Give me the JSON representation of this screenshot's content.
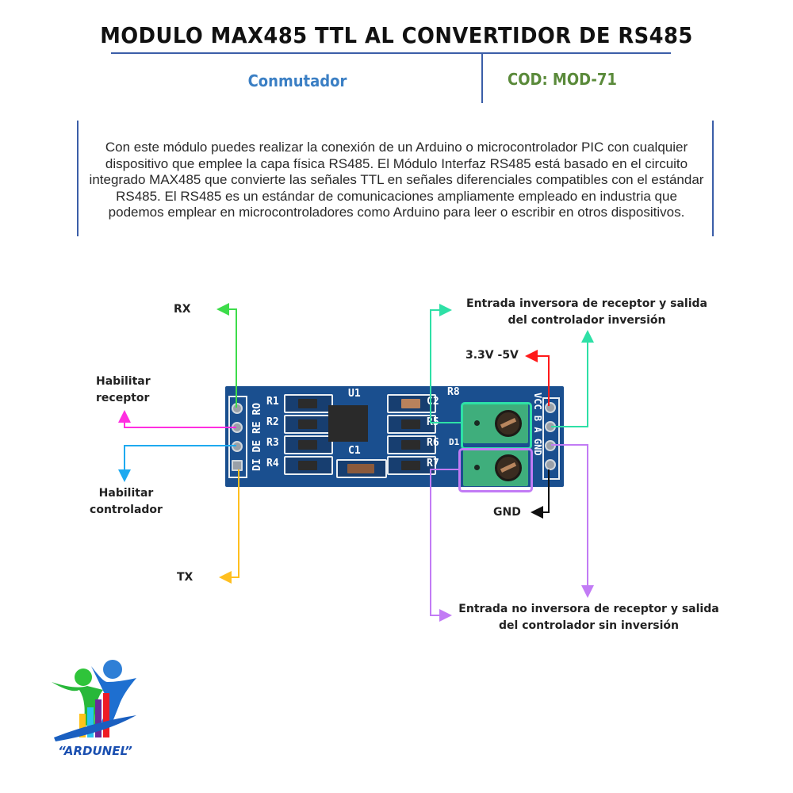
{
  "header": {
    "title": "MODULO MAX485 TTL AL CONVERTIDOR DE RS485",
    "category": "Conmutador",
    "code": "COD: MOD-71"
  },
  "description": "Con este módulo puedes realizar la conexión de un Arduino o microcontrolador PIC con cualquier dispositivo que emplee la capa física RS485. El Módulo Interfaz RS485 está basado en el circuito integrado MAX485 que convierte las señales TTL en señales diferenciales compatibles con el estándar RS485. El RS485 es un estándar de comunicaciones ampliamente empleado en industria que podemos emplear en microcontroladores como Arduino para leer o escribir en otros dispositivos.",
  "board": {
    "left_pins": [
      "RO",
      "RE",
      "DE",
      "DI"
    ],
    "resistors_left": [
      "R1",
      "R2",
      "R3",
      "R4"
    ],
    "chip_label": "U1",
    "cap_label": "C1",
    "right_parts": [
      "C2",
      "R5",
      "R6",
      "R7"
    ],
    "top_right_part": "R8",
    "led_label": "D1",
    "right_pins": [
      "VCC",
      "B",
      "A",
      "GND"
    ]
  },
  "labels": {
    "rx": "RX",
    "enable_receiver": [
      "Habilitar",
      "receptor"
    ],
    "enable_driver": [
      "Habilitar",
      "controlador"
    ],
    "tx": "TX",
    "inverting": [
      "Entrada inversora de receptor y salida",
      "del controlador inversión"
    ],
    "vcc": "3.3V -5V",
    "gnd": "GND",
    "non_inverting": [
      "Entrada no inversora de receptor y salida",
      "del controlador sin inversión"
    ]
  },
  "colors": {
    "rx": "#3ddc4a",
    "re": "#ff2ee0",
    "de": "#1eaaf0",
    "tx": "#ffbf1f",
    "b": "#2ee0a6",
    "vcc": "#ff1a1a",
    "a": "#c27bf5",
    "gnd": "#111111",
    "rule": "#3b5ea8",
    "title_blue": "#3b7fc4",
    "code_green": "#5a8a3a"
  },
  "logo": {
    "text": "“ARDUNEL”"
  }
}
